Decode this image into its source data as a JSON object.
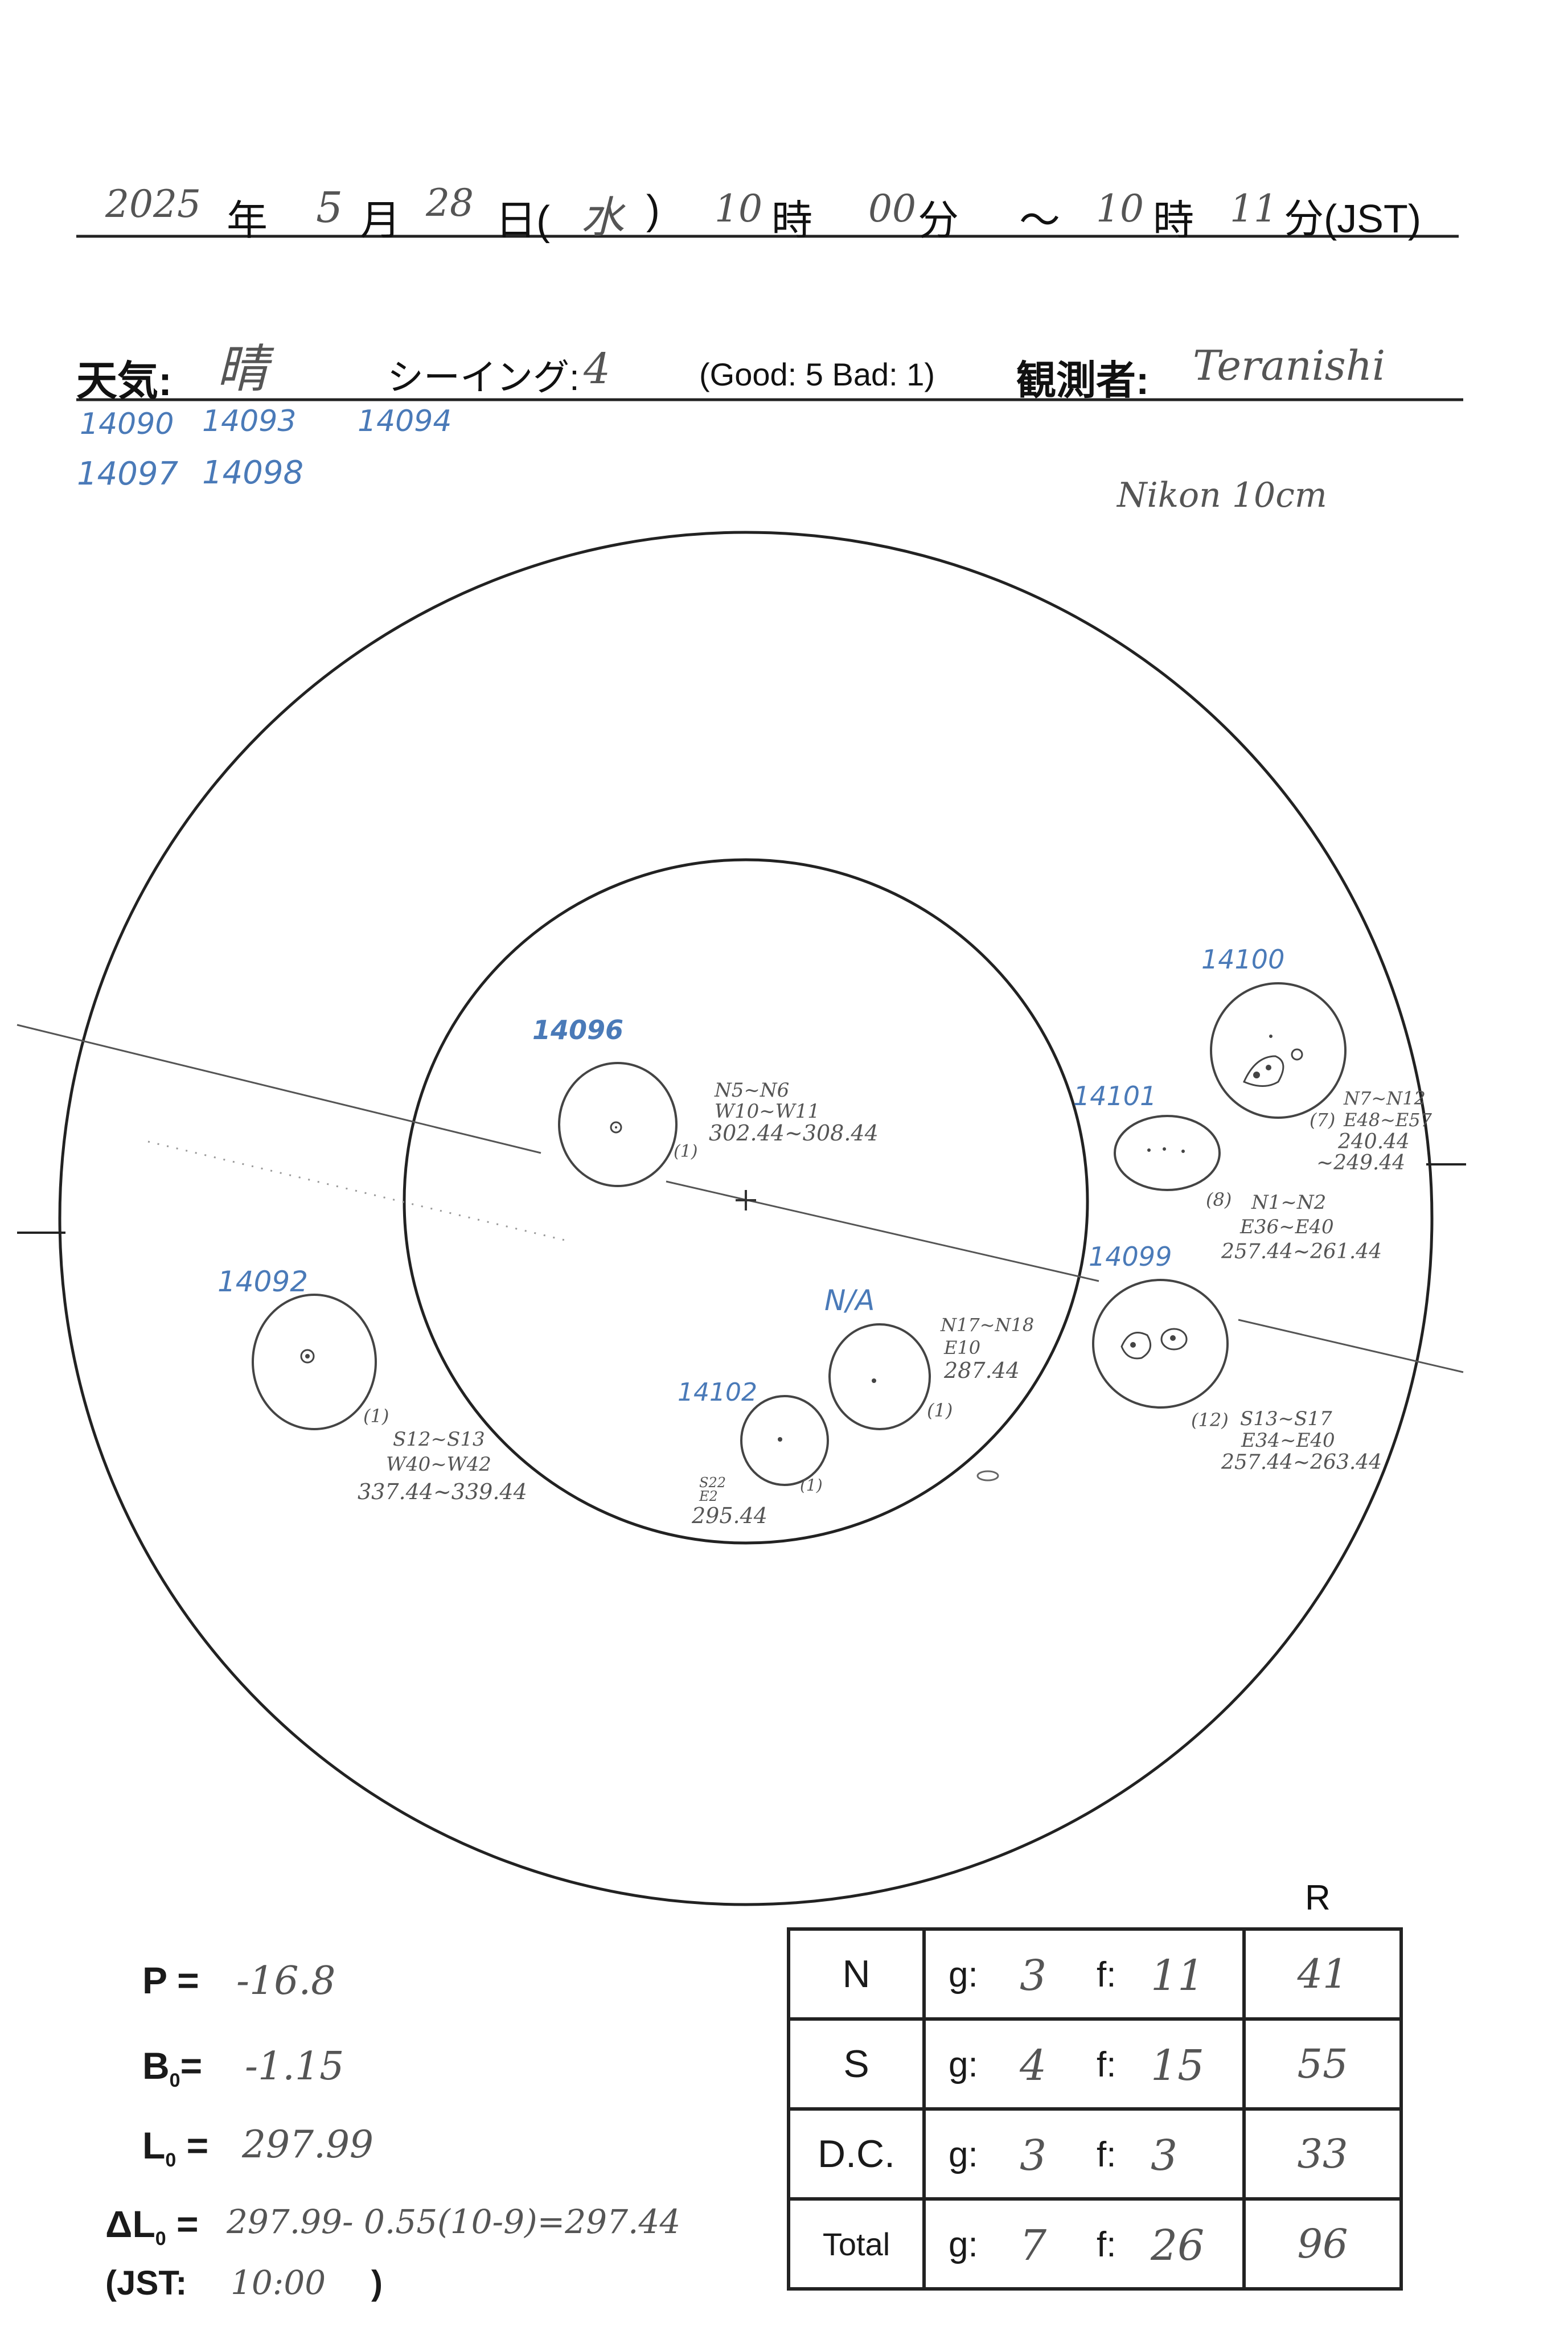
{
  "header": {
    "year": "2025",
    "year_unit": "年",
    "month": "5",
    "month_unit": "月",
    "day": "28",
    "day_unit": "日(",
    "weekday": "水",
    "weekday_close": ")",
    "start_hour": "10",
    "hour_unit": "時",
    "start_min": "00",
    "min_unit": "分",
    "tilde": "～",
    "end_hour": "10",
    "end_hour_unit": "時",
    "end_min": "11",
    "end_unit": "分(JST)"
  },
  "conditions": {
    "weather_label": "天気:",
    "weather_value": "晴",
    "seeing_label": "シーイング:",
    "seeing_value": "4",
    "seeing_scale": "(Good: 5  Bad: 1)",
    "observer_label": "観測者:",
    "observer_value": "Teranishi"
  },
  "extra_regions": [
    "14090",
    "14093",
    "14094",
    "14097",
    "14098"
  ],
  "instrument": "Nikon 10cm",
  "groups": [
    {
      "label": "14096",
      "count": "(1)",
      "lat": "N5~N6",
      "lon": "W10~W11",
      "range": "302.44~308.44"
    },
    {
      "label": "14100",
      "count": "(7)",
      "lat": "N7~N12",
      "lon": "E48~E57",
      "range": "240.44",
      "range2": "~249.44"
    },
    {
      "label": "14101",
      "count": "(8)",
      "lat": "N1~N2",
      "lon": "E36~E40",
      "range": "257.44~261.44"
    },
    {
      "label": "14099",
      "count": "(12)",
      "lat": "S13~S17",
      "lon": "E34~E40",
      "range": "257.44~263.44"
    },
    {
      "label": "N/A",
      "count": "(1)",
      "lat": "N17~N18",
      "lon": "E10",
      "range": "287.44"
    },
    {
      "label": "14102",
      "count": "(1)",
      "lat": "S22",
      "lon": "E2",
      "range": "295.44"
    },
    {
      "label": "14092",
      "count": "(1)",
      "lat": "S12~S13",
      "lon": "W40~W42",
      "range": "337.44~339.44"
    }
  ],
  "params": {
    "p_label": "P =",
    "p_value": "-16.8",
    "b0_label": "B",
    "b0_sub": "0",
    "b0_eq": "=",
    "b0_value": "-1.15",
    "l0_label": "L",
    "l0_sub": "0",
    "l0_eq": " =",
    "l0_value": "297.99",
    "dl0_label": "ΔL",
    "dl0_sub": "0",
    "dl0_eq": " =",
    "dl0_value": "297.99- 0.55(10-9)=297.44",
    "jst_label": "(JST:",
    "jst_value": "10:00",
    "jst_close": ")"
  },
  "tally": {
    "r_header": "R",
    "g_key": "g:",
    "f_key": "f:",
    "rows": [
      {
        "label": "N",
        "g": "3",
        "f": "11",
        "r": "41"
      },
      {
        "label": "S",
        "g": "4",
        "f": "15",
        "r": "55"
      },
      {
        "label": "D.C.",
        "g": "3",
        "f": "3",
        "r": "33"
      },
      {
        "label": "Total",
        "g": "7",
        "f": "26",
        "r": "96"
      }
    ]
  }
}
